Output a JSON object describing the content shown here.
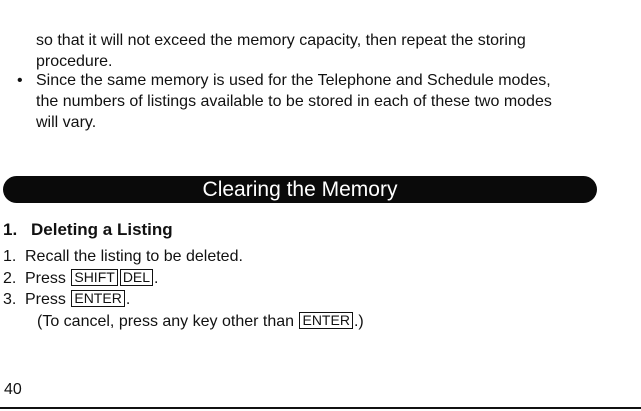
{
  "intro": {
    "line1": "so that it will not exceed the memory capacity, then repeat the storing",
    "line2": "procedure.",
    "bullet_symbol": "•",
    "bullet_line1": "Since the same memory is used for the Telephone and Schedule modes,",
    "bullet_line2": "the numbers of listings available to be stored in each of these two modes",
    "bullet_line3": "will vary."
  },
  "banner": {
    "title": "Clearing the Memory"
  },
  "section": {
    "number": "1.",
    "title": "Deleting a Listing"
  },
  "steps": [
    {
      "number": "1.",
      "text": "Recall the listing to be deleted."
    },
    {
      "number": "2.",
      "text": "Press",
      "keys": [
        "SHIFT",
        "DEL"
      ],
      "end": "."
    },
    {
      "number": "3.",
      "text": "Press",
      "keys": [
        "ENTER"
      ],
      "end": "."
    }
  ],
  "note": {
    "prefix": "(To cancel, press any key other than",
    "key": "ENTER",
    "suffix": ".)"
  },
  "page_number": "40"
}
